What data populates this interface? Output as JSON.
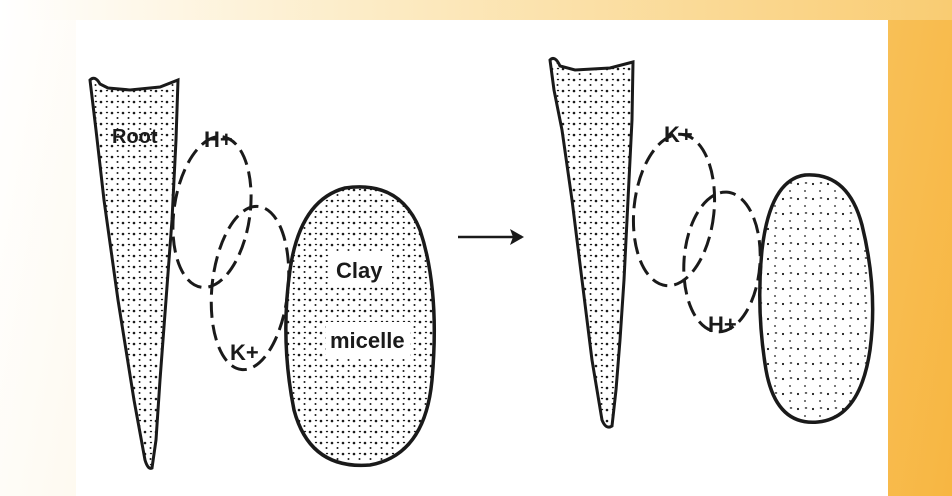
{
  "diagram": {
    "left_panel": {
      "root_label": "Root",
      "ion_top": "H+",
      "ion_bottom": "K+",
      "clay_label_line1": "Clay",
      "clay_label_line2": "micelle"
    },
    "right_panel": {
      "ion_top": "K+",
      "ion_bottom": "H+"
    }
  },
  "colors": {
    "ink": "#1a1a1a",
    "background_accent": "#f7b642"
  },
  "icons": {
    "arrow": "right-arrow-icon"
  }
}
